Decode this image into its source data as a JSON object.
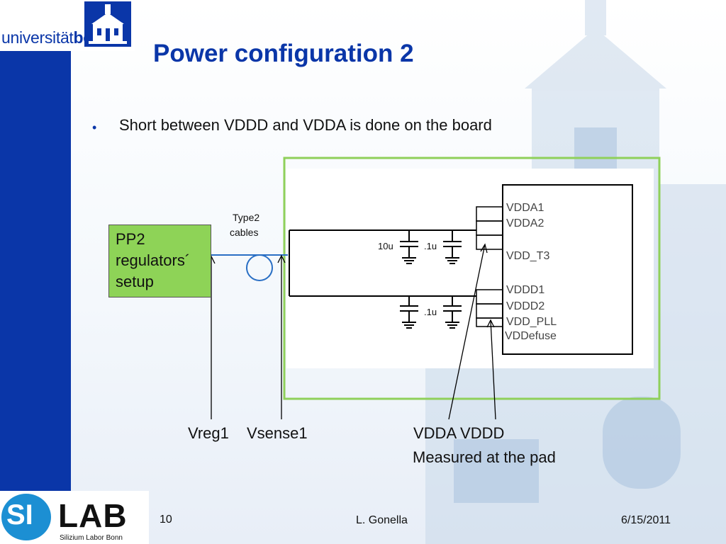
{
  "logo": {
    "text_regular": "universität",
    "text_bold": "bonn"
  },
  "slide": {
    "title": "Power configuration 2",
    "bullet": "Short between VDDD and VDDA is done on the board"
  },
  "diagram": {
    "cable_label": [
      "Type2",
      "cables"
    ],
    "pp2_lines": [
      "PP2",
      "regulators´",
      "setup"
    ],
    "cap_labels": {
      "c10u": "10u",
      "c1u_top": ".1u",
      "c1u_bottom": ".1u"
    },
    "chip_pins": [
      "VDDA1",
      "VDDA2",
      "VDD_T3",
      "VDDD1",
      "VDDD2",
      "VDD_PLL",
      "VDDefuse"
    ],
    "bottom_labels": {
      "vreg": "Vreg1",
      "vsense": "Vsense1",
      "vdda_vddd": "VDDA VDDD",
      "measured": "Measured at the pad"
    }
  },
  "footer": {
    "page": "10",
    "author": "L. Gonella",
    "date": "6/15/2011"
  },
  "silab": {
    "si": "SI",
    "lab": "LAB",
    "subtitle": "Silizium Labor Bonn"
  },
  "colors": {
    "brand_blue": "#0a36a8",
    "green_frame": "#8fd05a",
    "pp2_fill": "#8ed357",
    "cable": "#2a6fc4",
    "silab_blue": "#1c8fd3"
  }
}
